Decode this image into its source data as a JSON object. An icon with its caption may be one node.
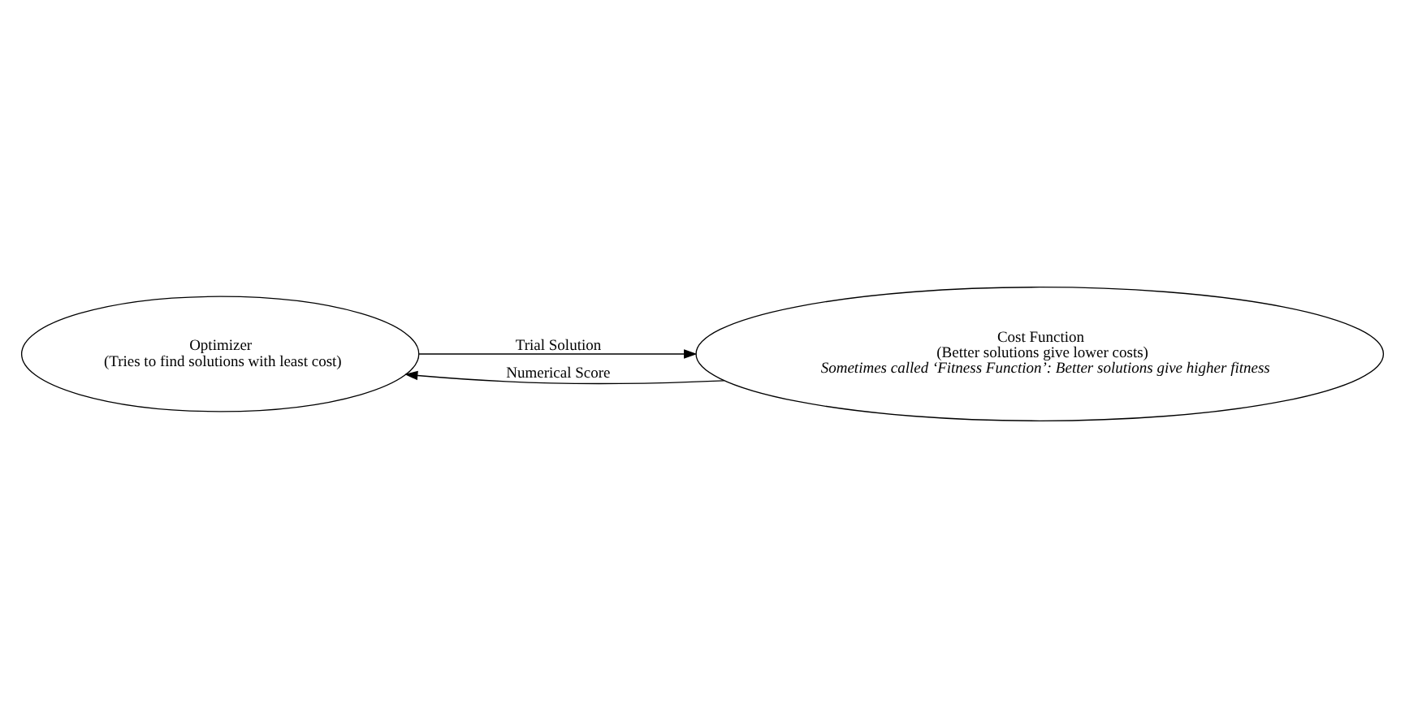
{
  "diagram": {
    "nodes": [
      {
        "text": [
          "Optimizer",
          "(Tries to find solutions with least cost)"
        ]
      },
      {
        "text": [
          "Cost Function",
          "(Better solutions give lower costs)",
          "Sometimes called ‘Fitness Function’: Better solutions give higher fitness"
        ]
      }
    ],
    "edges": [
      {
        "from": 0,
        "to": 1,
        "arrow": "to",
        "label": "Trial Solution"
      },
      {
        "from": 1,
        "to": 0,
        "arrow": "to",
        "label": "Numerical Score"
      }
    ]
  }
}
